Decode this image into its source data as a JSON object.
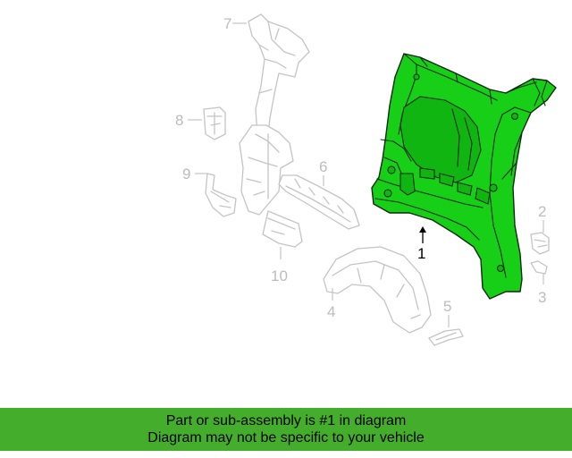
{
  "callouts": {
    "c1": "1",
    "c2": "2",
    "c3": "3",
    "c4": "4",
    "c5": "5",
    "c6": "6",
    "c7": "7",
    "c8": "8",
    "c9": "9",
    "c10": "10"
  },
  "highlight_color": "#17cf17",
  "banner": {
    "color": "#45ad2c",
    "line1": "Part or sub-assembly is #1 in diagram",
    "line2": "Diagram may not be specific to your vehicle"
  }
}
